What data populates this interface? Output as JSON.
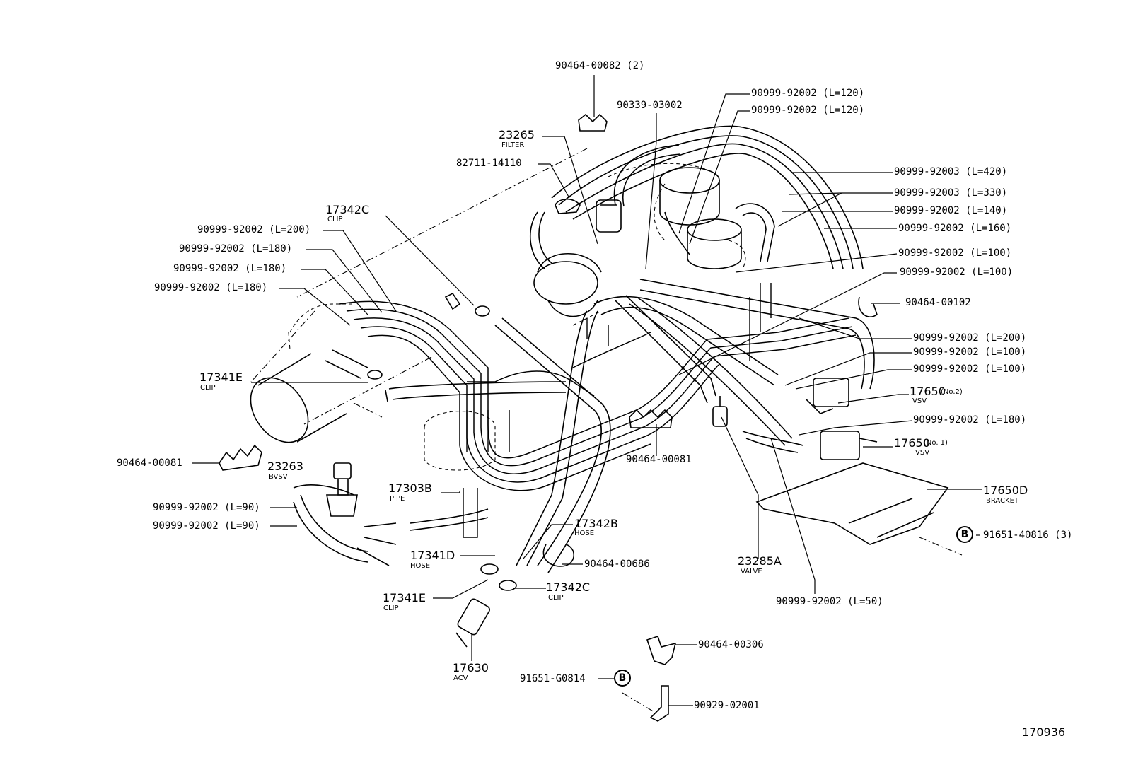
{
  "diagram_id": "170936",
  "parts": [
    {
      "key": "p1",
      "code": "90464-00082 (2)"
    },
    {
      "key": "p2",
      "code": "90339-03002"
    },
    {
      "key": "p3",
      "code": "90999-92002  (L=120)"
    },
    {
      "key": "p4",
      "code": "90999-92002  (L=120)"
    },
    {
      "key": "p5",
      "code": "23265",
      "sub": "FILTER"
    },
    {
      "key": "p6",
      "code": "82711-14110"
    },
    {
      "key": "p7",
      "code": "90999-92003 (L=420)"
    },
    {
      "key": "p8",
      "code": "90999-92003 (L=330)"
    },
    {
      "key": "p9",
      "code": "90999-92002 (L=140)"
    },
    {
      "key": "p10",
      "code": "90999-92002  (L=160)"
    },
    {
      "key": "p11",
      "code": "90999-92002  (L=100)"
    },
    {
      "key": "p12",
      "code": "90999-92002  (L=100)"
    },
    {
      "key": "p13",
      "code": "17342C",
      "sub": "CLIP"
    },
    {
      "key": "p14",
      "code": "90999-92002 (L=200)"
    },
    {
      "key": "p15",
      "code": "90999-92002 (L=180)"
    },
    {
      "key": "p16",
      "code": "90999-92002 (L=180)"
    },
    {
      "key": "p17",
      "code": "90999-92002 (L=180)"
    },
    {
      "key": "p18",
      "code": "90464-00102"
    },
    {
      "key": "p19",
      "code": "90999-92002  (L=200)"
    },
    {
      "key": "p20",
      "code": "90999-92002 (L=100)"
    },
    {
      "key": "p21",
      "code": "90999-92002 (L=100)"
    },
    {
      "key": "p22",
      "code": "17341E",
      "sub": "CLIP"
    },
    {
      "key": "p23",
      "code": "17650",
      "note": "(No.2)",
      "sub": "VSV"
    },
    {
      "key": "p24",
      "code": "90999-92002  (L=180)"
    },
    {
      "key": "p25",
      "code": "90464-00081"
    },
    {
      "key": "p26",
      "code": "23263",
      "sub": "BVSV"
    },
    {
      "key": "p27",
      "code": "90464-00081"
    },
    {
      "key": "p28",
      "code": "17650",
      "note": "(No. 1)",
      "sub": "VSV"
    },
    {
      "key": "p29",
      "code": "17303B",
      "sub": "PIPE"
    },
    {
      "key": "p30",
      "code": "17650D",
      "sub": "BRACKET"
    },
    {
      "key": "p31",
      "code": "90999-92002 (L=90)"
    },
    {
      "key": "p32",
      "code": "90999-92002 (L=90)"
    },
    {
      "key": "p33",
      "code": "17342B",
      "sub": "HOSE"
    },
    {
      "key": "p34",
      "code": "91651-40816 (3)"
    },
    {
      "key": "p35",
      "code": "17341D",
      "sub": "HOSE"
    },
    {
      "key": "p36",
      "code": "90464-00686"
    },
    {
      "key": "p37",
      "code": "23285A",
      "sub": "VALVE"
    },
    {
      "key": "p38",
      "code": "17341E",
      "sub": "CLIP"
    },
    {
      "key": "p39",
      "code": "17342C",
      "sub": "CLIP"
    },
    {
      "key": "p40",
      "code": "90999-92002  (L=50)"
    },
    {
      "key": "p41",
      "code": "17630",
      "sub": "ACV"
    },
    {
      "key": "p42",
      "code": "90464-00306"
    },
    {
      "key": "p43",
      "code": "91651-G0814"
    },
    {
      "key": "p44",
      "code": "90929-02001"
    }
  ],
  "markers": {
    "b1": "B",
    "b2": "B"
  }
}
